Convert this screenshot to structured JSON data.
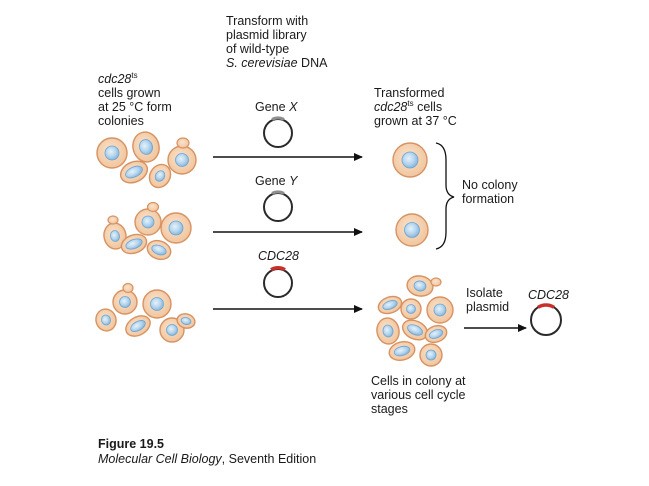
{
  "transform_label": [
    "Transform with",
    "plasmid library",
    "of wild-type"
  ],
  "transform_species": "S. cerevisiae",
  "transform_dna": " DNA",
  "left_label": {
    "gene": "cdc28",
    "sup": "ts",
    "lines": [
      "cells grown",
      "at 25 °C form",
      "colonies"
    ]
  },
  "right_label": {
    "line1": "Transformed",
    "gene": "cdc28",
    "sup": "ts",
    "after_sup": " cells",
    "line3": "grown at 37 °C"
  },
  "gene_x": {
    "prefix": "Gene ",
    "name": "X"
  },
  "gene_y": {
    "prefix": "Gene ",
    "name": "Y"
  },
  "gene_cdc28": "CDC28",
  "no_colony": [
    "No colony",
    "formation"
  ],
  "isolate": [
    "Isolate",
    "plasmid"
  ],
  "isolated_gene": "CDC28",
  "colony_stages": [
    "Cells in colony at",
    "various cell cycle",
    "stages"
  ],
  "caption": {
    "figure": "Figure 19.5",
    "book": "Molecular Cell Biology",
    "edition": ", Seventh Edition"
  },
  "colors": {
    "cell_fill": "#f2c9a4",
    "cell_stroke": "#d89262",
    "nucleus": "#b9d8ef",
    "nucleus_stroke": "#6fa3cf",
    "plasmid_insert_red": "#c8302c"
  }
}
